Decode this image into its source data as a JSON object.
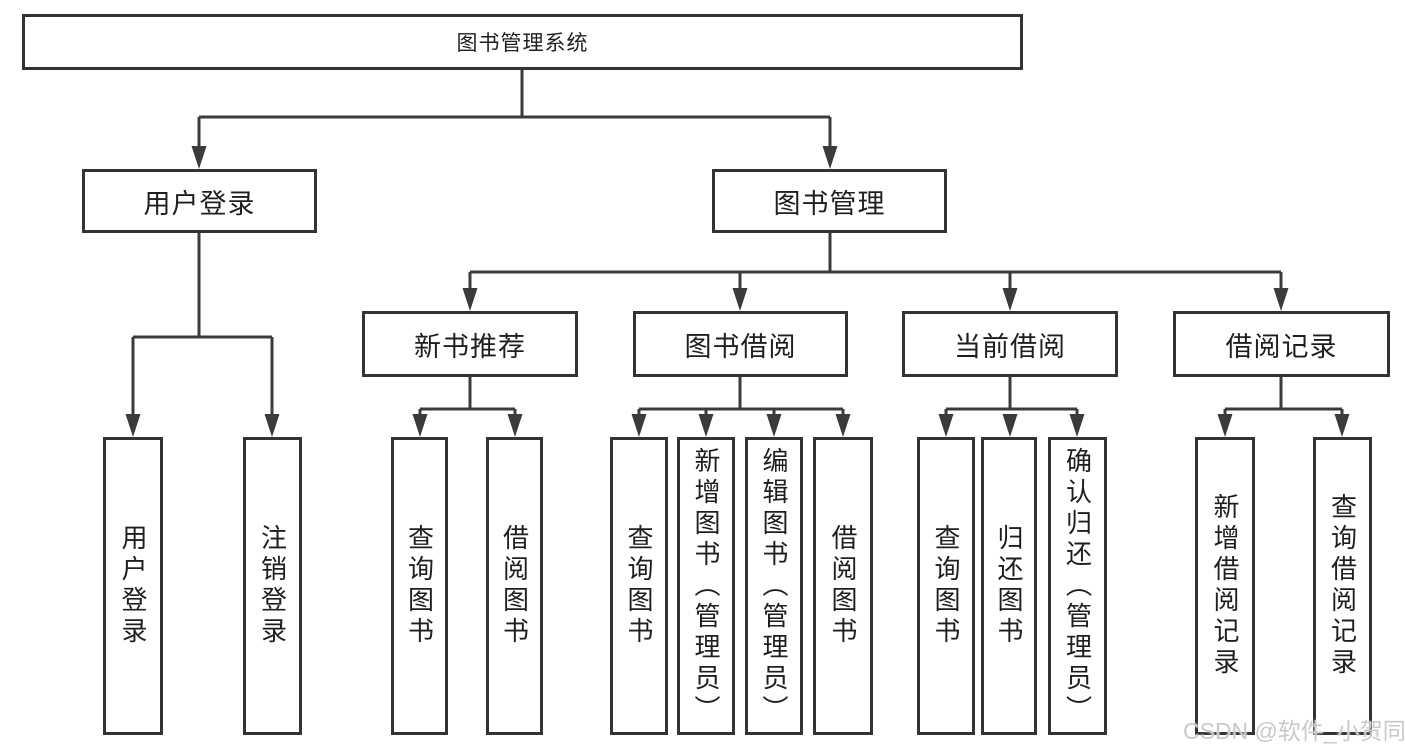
{
  "diagram_type": "hierarchy-tree",
  "tree": {
    "label": "图书管理系统",
    "children": [
      {
        "label": "用户登录",
        "children": [
          {
            "label": "用户登录"
          },
          {
            "label": "注销登录"
          }
        ]
      },
      {
        "label": "图书管理",
        "children": [
          {
            "label": "新书推荐",
            "children": [
              {
                "label": "查询图书"
              },
              {
                "label": "借阅图书"
              }
            ]
          },
          {
            "label": "图书借阅",
            "children": [
              {
                "label": "查询图书"
              },
              {
                "label": "新增图书（管理员）"
              },
              {
                "label": "编辑图书（管理员）"
              },
              {
                "label": "借阅图书"
              }
            ]
          },
          {
            "label": "当前借阅",
            "children": [
              {
                "label": "查询图书"
              },
              {
                "label": "归还图书"
              },
              {
                "label": "确认归还（管理员）"
              }
            ]
          },
          {
            "label": "借阅记录",
            "children": [
              {
                "label": "新增借阅记录"
              },
              {
                "label": "查询借阅记录"
              }
            ]
          }
        ]
      }
    ]
  },
  "watermark": {
    "text": "CSDN @软件_小贺同学"
  },
  "colors": {
    "background": "#ffffff",
    "box_border": "#333333",
    "connector_line": "#3b3b3b",
    "text": "#1f1f1f",
    "watermark": "#c9c9c9"
  }
}
